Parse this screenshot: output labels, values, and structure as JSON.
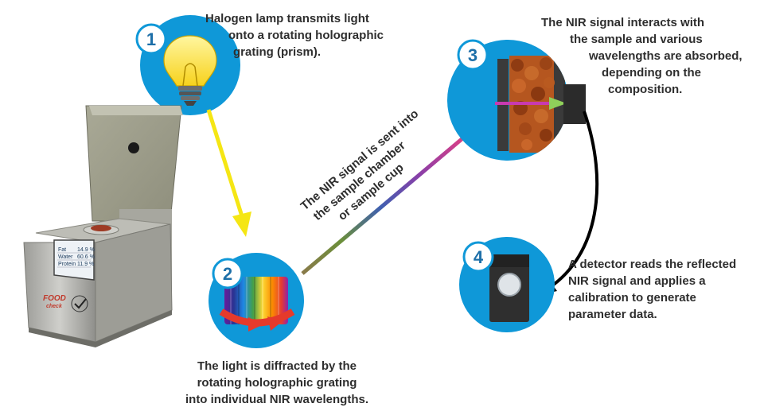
{
  "steps": {
    "s1": {
      "number": "1",
      "lines": [
        "Halogen lamp transmits light",
        "onto a rotating holographic",
        "grating (prism)."
      ]
    },
    "s2": {
      "number": "2",
      "lines": [
        "The light is diffracted by the",
        "rotating holographic grating",
        "into individual NIR wavelengths."
      ]
    },
    "s3": {
      "number": "3",
      "lines": [
        "The NIR signal interacts with",
        "the sample and various",
        "wavelengths are absorbed,",
        "depending on the",
        "composition."
      ]
    },
    "s4": {
      "number": "4",
      "lines": [
        "A detector reads the reflected",
        "NIR signal and applies a",
        "calibration to generate",
        "parameter data."
      ]
    }
  },
  "signal_label": [
    "The NIR signal is sent into",
    "the sample chamber",
    "or sample cup"
  ],
  "instrument": {
    "logo_top": "FOOD",
    "logo_bottom": "check",
    "screen_rows": [
      [
        "Fat",
        "14.9 %"
      ],
      [
        "Water",
        "60.6 %"
      ],
      [
        "Protein",
        "11.9 %"
      ]
    ]
  },
  "colors": {
    "circle": "#0f98d8",
    "circle_border": "#0a7fba",
    "arrow_yellow": "#f5e614",
    "arrow_black": "#000000",
    "grating_arrow": "#e53a2b",
    "sample": "#b5561f"
  }
}
